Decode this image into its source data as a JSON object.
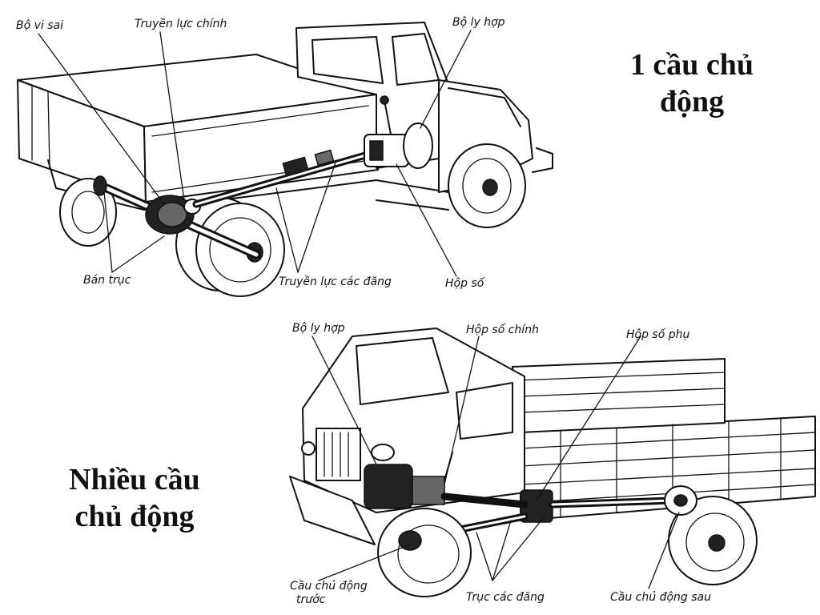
{
  "diagram": {
    "top": {
      "title_line1": "1 cầu chủ",
      "title_line2": "động",
      "labels": {
        "bo_vi_sai": "Bộ vi sai",
        "truyen_luc_chinh": "Truyền lực chính",
        "bo_ly_hop": "Bộ ly hợp",
        "ban_truc": "Bán trục",
        "truyen_luc_cac_dang": "Truyền lực các đăng",
        "hop_so": "Hộp số"
      }
    },
    "bottom": {
      "title_line1": "Nhiều cầu",
      "title_line2": "chủ động",
      "labels": {
        "bo_ly_hop": "Bộ ly hợp",
        "hop_so_chinh": "Hộp số chính",
        "hop_so_phu": "Hộp số phụ",
        "cau_chu_dong_truoc_1": "Cầu chủ động",
        "cau_chu_dong_truoc_2": "trước",
        "truc_cac_dang": "Trục các đăng",
        "cau_chu_dong_sau": "Cầu chủ động sau"
      }
    }
  }
}
